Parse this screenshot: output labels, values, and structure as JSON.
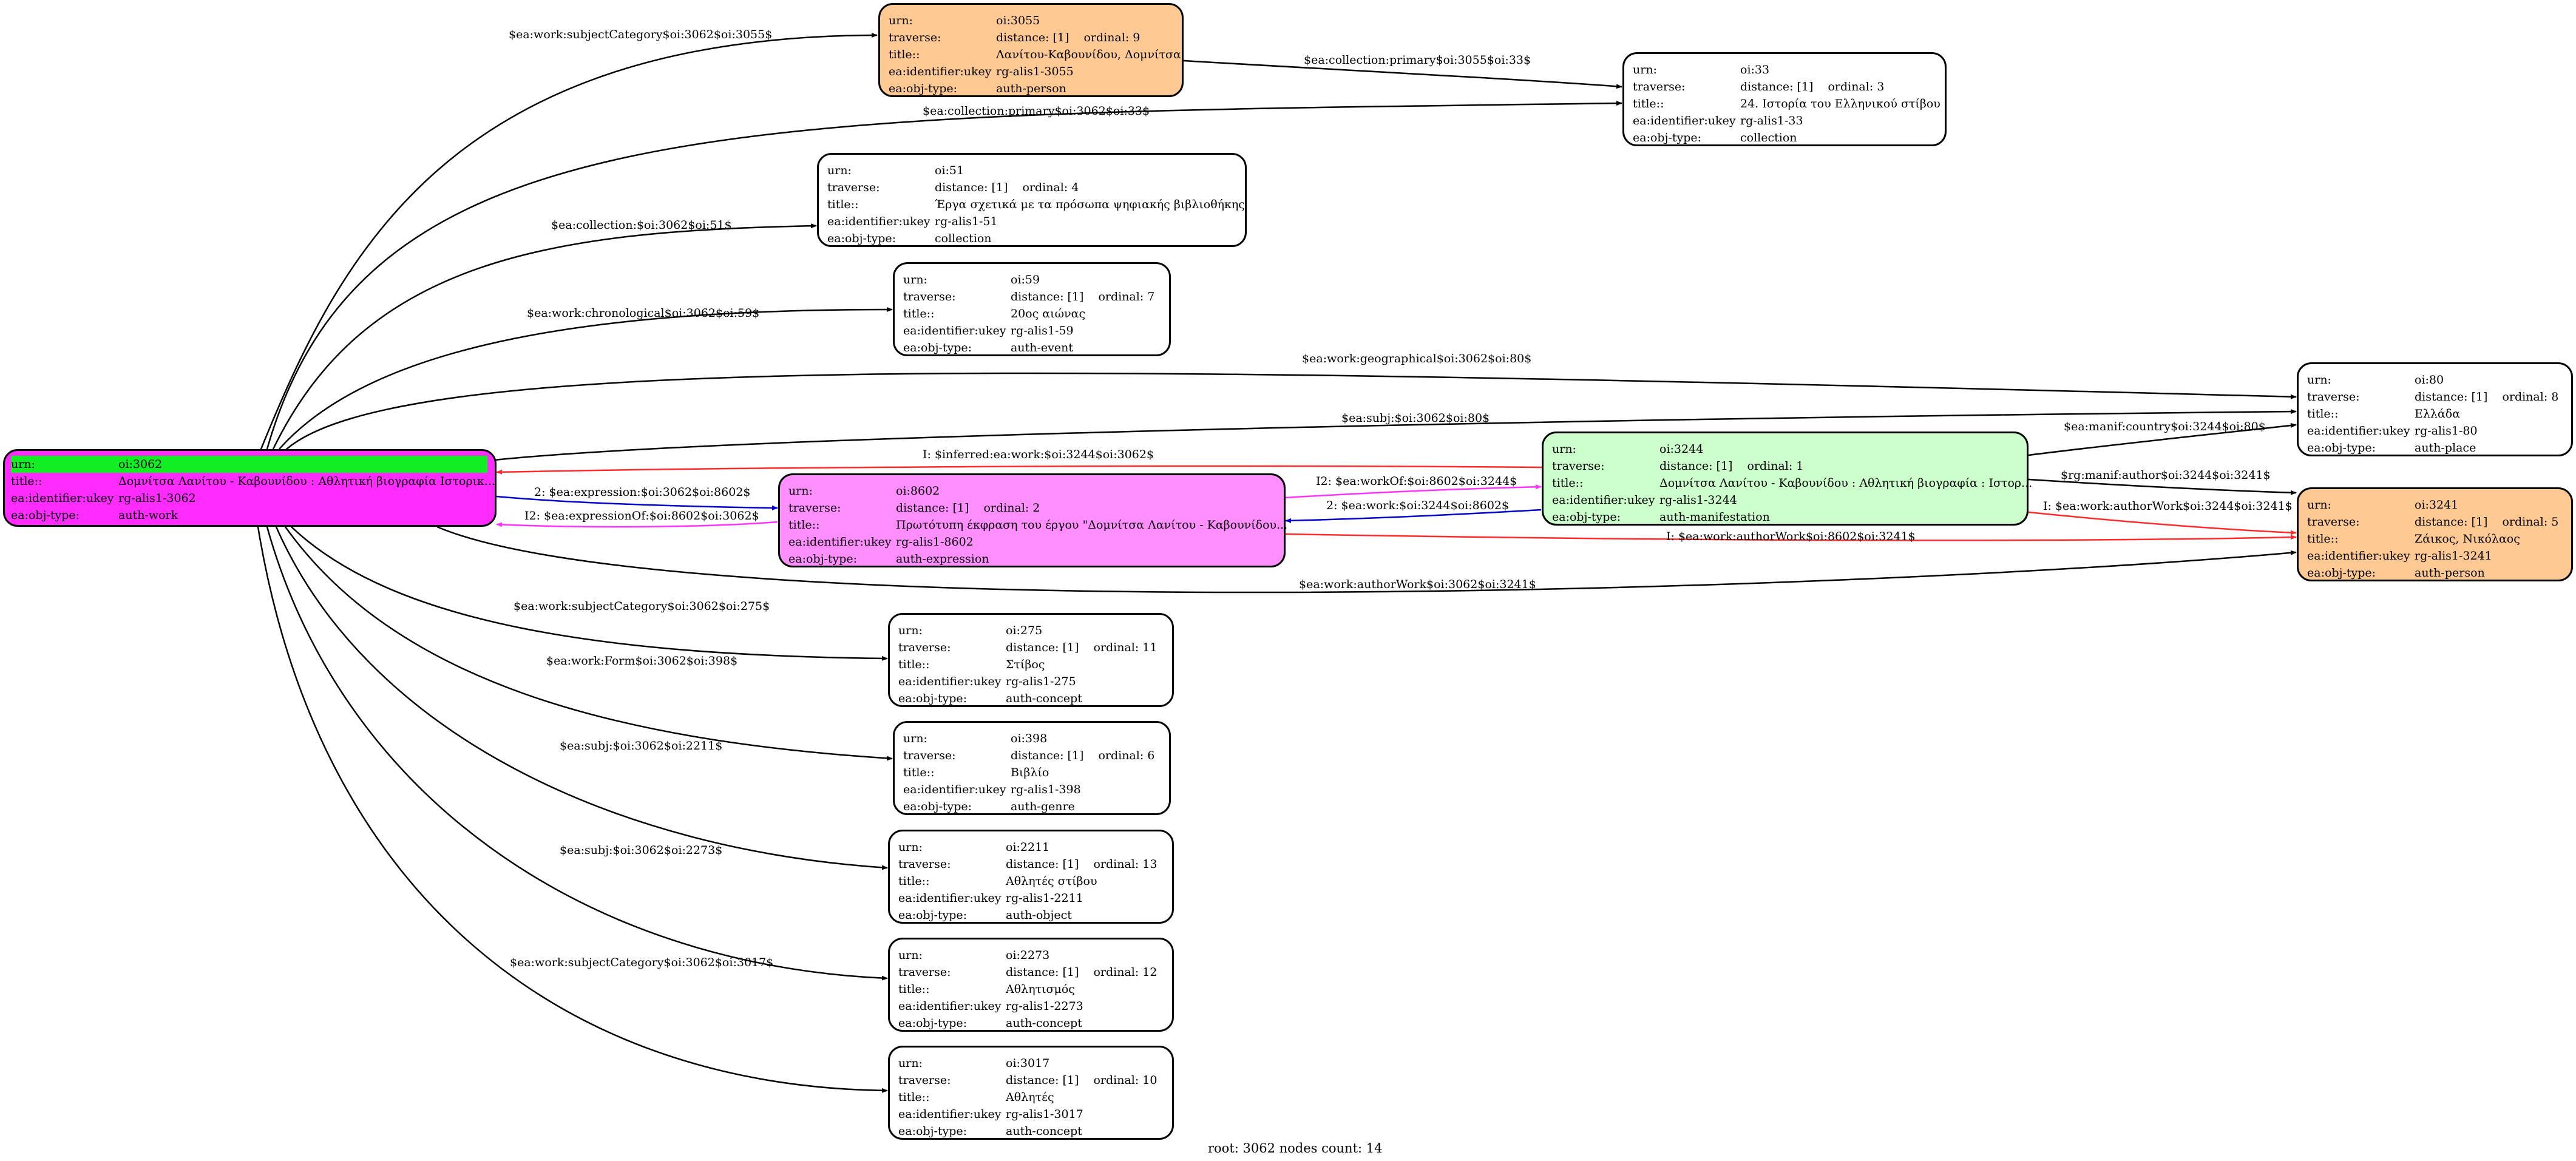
{
  "colors": {
    "person": "#ffc994",
    "root": "#ff2bff",
    "root_urn_highlight": "#11ee22",
    "expression": "#ff8fff",
    "manifestation": "#ccffcc",
    "default": "#ffffff",
    "edge_black": "#000000",
    "edge_blue": "#0000cc",
    "edge_red": "#ff2b2b",
    "edge_magenta": "#ff33ff"
  },
  "field_labels": {
    "urn": "urn:",
    "traverse": "traverse:",
    "title": "title::",
    "identifier": "ea:identifier:ukey",
    "objtype": "ea:obj-type:"
  },
  "nodes": {
    "n3062": {
      "urn": "oi:3062",
      "title": "Δομνίτσα Λανίτου - Καβουνίδου : Αθλητική βιογραφία Ιστορικ...",
      "identifier": "rg-alis1-3062",
      "objtype": "auth-work"
    },
    "n3055": {
      "urn": "oi:3055",
      "distance": "distance: [1]",
      "ordinal": "ordinal: 9",
      "title": "Λανίτου-Καβουνίδου, Δομνίτσα",
      "identifier": "rg-alis1-3055",
      "objtype": "auth-person"
    },
    "n33": {
      "urn": "oi:33",
      "distance": "distance: [1]",
      "ordinal": "ordinal: 3",
      "title": "24. Ιστορία του Ελληνικού  στίβου",
      "identifier": "rg-alis1-33",
      "objtype": "collection"
    },
    "n51": {
      "urn": "oi:51",
      "distance": "distance: [1]",
      "ordinal": "ordinal: 4",
      "title": "Έργα σχετικά με τα πρόσωπα ψηφιακής βιβλιοθήκης",
      "identifier": "rg-alis1-51",
      "objtype": "collection"
    },
    "n59": {
      "urn": "oi:59",
      "distance": "distance: [1]",
      "ordinal": "ordinal: 7",
      "title": "20ος αιώνας",
      "identifier": "rg-alis1-59",
      "objtype": "auth-event"
    },
    "n80": {
      "urn": "oi:80",
      "distance": "distance: [1]",
      "ordinal": "ordinal: 8",
      "title": "Ελλάδα",
      "identifier": "rg-alis1-80",
      "objtype": "auth-place"
    },
    "n3244": {
      "urn": "oi:3244",
      "distance": "distance: [1]",
      "ordinal": "ordinal: 1",
      "title": "Δομνίτσα Λανίτου - Καβουνίδου : Αθλητική βιογραφία : Ιστορ...",
      "identifier": "rg-alis1-3244",
      "objtype": "auth-manifestation"
    },
    "n8602": {
      "urn": "oi:8602",
      "distance": "distance: [1]",
      "ordinal": "ordinal: 2",
      "title": "Πρωτότυπη έκφραση του έργου \"Δομνίτσα Λανίτου - Καβουνίδου...",
      "identifier": "rg-alis1-8602",
      "objtype": "auth-expression"
    },
    "n3241": {
      "urn": "oi:3241",
      "distance": "distance: [1]",
      "ordinal": "ordinal: 5",
      "title": "Ζάικος, Νικόλαος",
      "identifier": "rg-alis1-3241",
      "objtype": "auth-person"
    },
    "n275": {
      "urn": "oi:275",
      "distance": "distance: [1]",
      "ordinal": "ordinal: 11",
      "title": "Στίβος",
      "identifier": "rg-alis1-275",
      "objtype": "auth-concept"
    },
    "n398": {
      "urn": "oi:398",
      "distance": "distance: [1]",
      "ordinal": "ordinal: 6",
      "title": "Βιβλίο",
      "identifier": "rg-alis1-398",
      "objtype": "auth-genre"
    },
    "n2211": {
      "urn": "oi:2211",
      "distance": "distance: [1]",
      "ordinal": "ordinal: 13",
      "title": "Αθλητές στίβου",
      "identifier": "rg-alis1-2211",
      "objtype": "auth-object"
    },
    "n2273": {
      "urn": "oi:2273",
      "distance": "distance: [1]",
      "ordinal": "ordinal: 12",
      "title": "Αθλητισμός",
      "identifier": "rg-alis1-2273",
      "objtype": "auth-concept"
    },
    "n3017": {
      "urn": "oi:3017",
      "distance": "distance: [1]",
      "ordinal": "ordinal: 10",
      "title": "Αθλητές",
      "identifier": "rg-alis1-3017",
      "objtype": "auth-concept"
    }
  },
  "edges": {
    "e3055": "$ea:work:subjectCategory$oi:3062$oi:3055$",
    "e3055_33": "$ea:collection:primary$oi:3055$oi:33$",
    "e33": "$ea:collection:primary$oi:3062$oi:33$",
    "e51": "$ea:collection:$oi:3062$oi:51$",
    "e59": "$ea:work:chronological$oi:3062$oi:59$",
    "e80geo": "$ea:work:geographical$oi:3062$oi:80$",
    "e80subj": "$ea:subj:$oi:3062$oi:80$",
    "einferred": "I: $inferred:ea:work:$oi:3244$oi:3062$",
    "eexpr": "2: $ea:expression:$oi:3062$oi:8602$",
    "eexprof": "I2: $ea:expressionOf:$oi:8602$oi:3062$",
    "eworkof": "I2: $ea:workOf:$oi:8602$oi:3244$",
    "ework8602": "2: $ea:work:$oi:3244$oi:8602$",
    "ecountry": "$ea:manif:country$oi:3244$oi:80$",
    "emanifauthor": "$rg:manif:author$oi:3244$oi:3241$",
    "eauthwork3244": "I: $ea:work:authorWork$oi:3244$oi:3241$",
    "eauthwork8602": "I: $ea:work:authorWork$oi:8602$oi:3241$",
    "eauthwork3062": "$ea:work:authorWork$oi:3062$oi:3241$",
    "e275": "$ea:work:subjectCategory$oi:3062$oi:275$",
    "e398": "$ea:work:Form$oi:3062$oi:398$",
    "e2211": "$ea:subj:$oi:3062$oi:2211$",
    "e2273": "$ea:subj:$oi:3062$oi:2273$",
    "e3017": "$ea:work:subjectCategory$oi:3062$oi:3017$"
  },
  "footer": "root: 3062 nodes count: 14"
}
